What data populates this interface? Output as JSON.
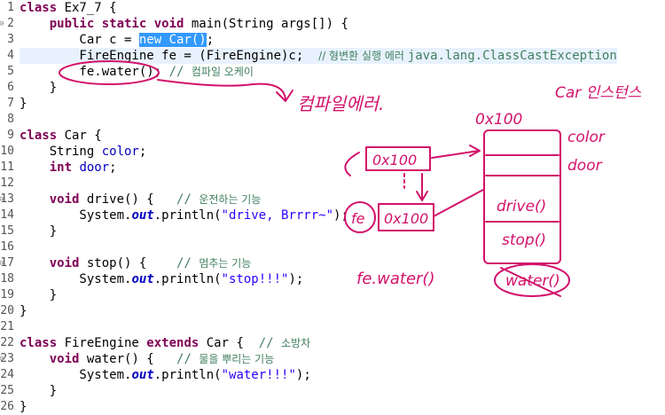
{
  "editor": {
    "lines": [
      {
        "num": "1",
        "mark": false,
        "tokens": [
          {
            "t": "class ",
            "c": "kw"
          },
          {
            "t": "Ex7_7 {"
          }
        ]
      },
      {
        "num": "2",
        "mark": true,
        "tokens": [
          {
            "t": "    "
          },
          {
            "t": "public static void ",
            "c": "kw"
          },
          {
            "t": "main(String args[]) {"
          }
        ]
      },
      {
        "num": "3",
        "mark": false,
        "tokens": [
          {
            "t": "        Car c = "
          },
          {
            "t": "new Car()",
            "c": "sel"
          },
          {
            "t": ";"
          }
        ]
      },
      {
        "num": "4",
        "mark": false,
        "hl": true,
        "tokens": [
          {
            "t": "        FireEngine fe = (FireEngine)c;  "
          },
          {
            "t": "// 형변환 실행 에러 ",
            "c": "cm ko"
          },
          {
            "t": "java.lang.ClassCastException",
            "c": "cm"
          }
        ]
      },
      {
        "num": "5",
        "mark": false,
        "tokens": [
          {
            "t": "        fe.water(); "
          },
          {
            "t": "// ",
            "c": "cm"
          },
          {
            "t": "컴파일 오케이",
            "c": "cm ko"
          }
        ]
      },
      {
        "num": "6",
        "mark": false,
        "tokens": [
          {
            "t": "    }"
          }
        ]
      },
      {
        "num": "7",
        "mark": false,
        "tokens": [
          {
            "t": "}"
          }
        ]
      },
      {
        "num": "8",
        "mark": false,
        "tokens": [
          {
            "t": ""
          }
        ]
      },
      {
        "num": "9",
        "mark": false,
        "tokens": [
          {
            "t": "class ",
            "c": "kw"
          },
          {
            "t": "Car {"
          }
        ]
      },
      {
        "num": "10",
        "mark": false,
        "tokens": [
          {
            "t": "    String "
          },
          {
            "t": "color",
            "c": "fld"
          },
          {
            "t": ";"
          }
        ]
      },
      {
        "num": "11",
        "mark": false,
        "tokens": [
          {
            "t": "    "
          },
          {
            "t": "int ",
            "c": "kw"
          },
          {
            "t": "door",
            "c": "fld"
          },
          {
            "t": ";"
          }
        ]
      },
      {
        "num": "12",
        "mark": false,
        "tokens": [
          {
            "t": ""
          }
        ]
      },
      {
        "num": "13",
        "mark": true,
        "tokens": [
          {
            "t": "    "
          },
          {
            "t": "void ",
            "c": "kw"
          },
          {
            "t": "drive() {   "
          },
          {
            "t": "// ",
            "c": "cm"
          },
          {
            "t": "운전하는 기능",
            "c": "cm ko"
          }
        ]
      },
      {
        "num": "14",
        "mark": false,
        "tokens": [
          {
            "t": "        System."
          },
          {
            "t": "out",
            "c": "sfld"
          },
          {
            "t": ".println("
          },
          {
            "t": "\"drive, Brrrr~\"",
            "c": "str"
          },
          {
            "t": ");"
          }
        ]
      },
      {
        "num": "15",
        "mark": false,
        "tokens": [
          {
            "t": "    }"
          }
        ]
      },
      {
        "num": "16",
        "mark": false,
        "tokens": [
          {
            "t": ""
          }
        ]
      },
      {
        "num": "17",
        "mark": true,
        "tokens": [
          {
            "t": "    "
          },
          {
            "t": "void ",
            "c": "kw"
          },
          {
            "t": "stop() {    "
          },
          {
            "t": "// ",
            "c": "cm"
          },
          {
            "t": "멈추는 기능",
            "c": "cm ko"
          }
        ]
      },
      {
        "num": "18",
        "mark": false,
        "tokens": [
          {
            "t": "        System."
          },
          {
            "t": "out",
            "c": "sfld"
          },
          {
            "t": ".println("
          },
          {
            "t": "\"stop!!!\"",
            "c": "str"
          },
          {
            "t": ");"
          }
        ]
      },
      {
        "num": "19",
        "mark": false,
        "tokens": [
          {
            "t": "    }"
          }
        ]
      },
      {
        "num": "20",
        "mark": false,
        "tokens": [
          {
            "t": "}"
          }
        ]
      },
      {
        "num": "21",
        "mark": false,
        "tokens": [
          {
            "t": ""
          }
        ]
      },
      {
        "num": "22",
        "mark": false,
        "tokens": [
          {
            "t": "class ",
            "c": "kw"
          },
          {
            "t": "FireEngine "
          },
          {
            "t": "extends ",
            "c": "kw"
          },
          {
            "t": "Car {  "
          },
          {
            "t": "// ",
            "c": "cm"
          },
          {
            "t": "소방차",
            "c": "cm ko"
          }
        ]
      },
      {
        "num": "23",
        "mark": true,
        "tokens": [
          {
            "t": "    "
          },
          {
            "t": "void ",
            "c": "kw"
          },
          {
            "t": "water() {   "
          },
          {
            "t": "// ",
            "c": "cm"
          },
          {
            "t": "물을 뿌리는 기능",
            "c": "cm ko"
          }
        ]
      },
      {
        "num": "24",
        "mark": false,
        "tokens": [
          {
            "t": "        System."
          },
          {
            "t": "out",
            "c": "sfld"
          },
          {
            "t": ".println("
          },
          {
            "t": "\"water!!!\"",
            "c": "str"
          },
          {
            "t": ");"
          }
        ]
      },
      {
        "num": "25",
        "mark": false,
        "tokens": [
          {
            "t": "    }"
          }
        ]
      },
      {
        "num": "26",
        "mark": false,
        "tokens": [
          {
            "t": "}"
          }
        ]
      }
    ]
  },
  "annotations": {
    "color": "#d3126b",
    "compile_error_note": "컴파일에러.",
    "instance_label": "Car 인스턴스",
    "addr_top": "0x100",
    "addr_c": "0x100",
    "addr_fe": "0x100",
    "var_fe": "fe",
    "field_color": "color",
    "field_door": "door",
    "method_drive": "drive()",
    "method_stop": "stop()",
    "method_water": "water()",
    "call_note": "fe.water()"
  }
}
